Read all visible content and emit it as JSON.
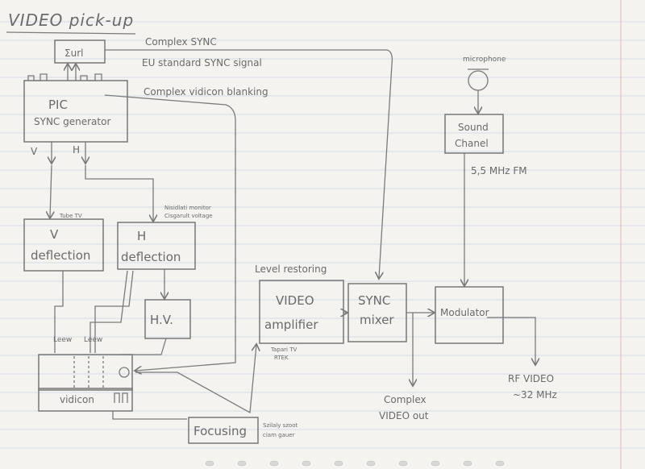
{
  "title": "VIDEO pick-up",
  "blocks": {
    "sum": "Σurl",
    "pic_line1": "PIC",
    "pic_line2": "SYNC generator",
    "v_def_line1": "V",
    "v_def_line2": "deflection",
    "h_def_line1": "H",
    "h_def_line2": "deflection",
    "hv": "H.V.",
    "vidicon": "vidicon",
    "focusing": "Focusing",
    "video_amp_line1": "VIDEO",
    "video_amp_line2": "amplifier",
    "sync_mixer_line1": "SYNC",
    "sync_mixer_line2": "mixer",
    "modulator": "Modulator",
    "sound_line1": "Sound",
    "sound_line2": "Chanel",
    "microphone": "microphone"
  },
  "labels": {
    "complex_sync": "Complex SYNC",
    "eu_standard": "EU standard SYNC signal",
    "vidicon_blanking": "Complex vidicon blanking",
    "v_signal": "V",
    "h_signal": "H",
    "tube_tv": "Tube TV",
    "hv_note_line1": "Nisidlati monitor",
    "hv_note_line2": "Cisgarult voltage",
    "level_restoring": "Level restoring",
    "tapari_line1": "Tapari TV",
    "tapari_line2": "RTEK",
    "sound_fm": "5,5 MHz FM",
    "complex_video_line1": "Complex",
    "complex_video_line2": "VIDEO out",
    "rf_video_line1": "RF VIDEO",
    "rf_video_line2": "~32 MHz",
    "coil_left": "Leew",
    "coil_right": "Leew",
    "focusing_note_line1": "Szilaly szoot",
    "focusing_note_line2": "ciam gauer"
  },
  "colors": {
    "paper": "#f4f3ef",
    "pencil": "#6a6a6a",
    "rule": "#c9d6e6",
    "margin": "#e5b5b5"
  }
}
